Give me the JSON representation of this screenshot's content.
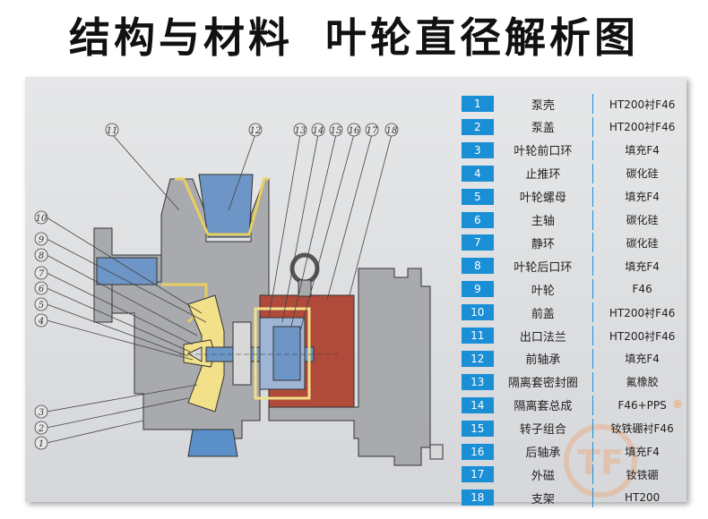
{
  "title": {
    "left": "结构与材料",
    "right": "叶轮直径解析图"
  },
  "colors": {
    "accent": "#1a8fd6",
    "steel": "#a8aaad",
    "liner": "#f3e08a",
    "magnet": "#b04a3a",
    "blue": "#5a8fc7"
  },
  "callouts": [
    "1",
    "2",
    "3",
    "4",
    "5",
    "6",
    "7",
    "8",
    "9",
    "10",
    "11",
    "12",
    "13",
    "14",
    "15",
    "16",
    "17",
    "18"
  ],
  "parts": [
    {
      "no": "1",
      "name": "泵壳",
      "material": "HT200衬F46"
    },
    {
      "no": "2",
      "name": "泵盖",
      "material": "HT200衬F46"
    },
    {
      "no": "3",
      "name": "叶轮前口环",
      "material": "填充F4"
    },
    {
      "no": "4",
      "name": "止推环",
      "material": "碳化硅"
    },
    {
      "no": "5",
      "name": "叶轮螺母",
      "material": "填充F4"
    },
    {
      "no": "6",
      "name": "主轴",
      "material": "碳化硅"
    },
    {
      "no": "7",
      "name": "静环",
      "material": "碳化硅"
    },
    {
      "no": "8",
      "name": "叶轮后口环",
      "material": "填充F4"
    },
    {
      "no": "9",
      "name": "叶轮",
      "material": "F46"
    },
    {
      "no": "10",
      "name": "前盖",
      "material": "HT200衬F46"
    },
    {
      "no": "11",
      "name": "出口法兰",
      "material": "HT200衬F46"
    },
    {
      "no": "12",
      "name": "前轴承",
      "material": "填充F4"
    },
    {
      "no": "13",
      "name": "隔离套密封圈",
      "material": "氟橡胶"
    },
    {
      "no": "14",
      "name": "隔离套总成",
      "material": "F46+PPS"
    },
    {
      "no": "15",
      "name": "转子组合",
      "material": "钕铁硼衬F46"
    },
    {
      "no": "16",
      "name": "后轴承",
      "material": "填充F4"
    },
    {
      "no": "17",
      "name": "外磁",
      "material": "钕铁硼"
    },
    {
      "no": "18",
      "name": "支架",
      "material": "HT200"
    }
  ],
  "logo": {
    "text": "TF",
    "registered": "®"
  }
}
